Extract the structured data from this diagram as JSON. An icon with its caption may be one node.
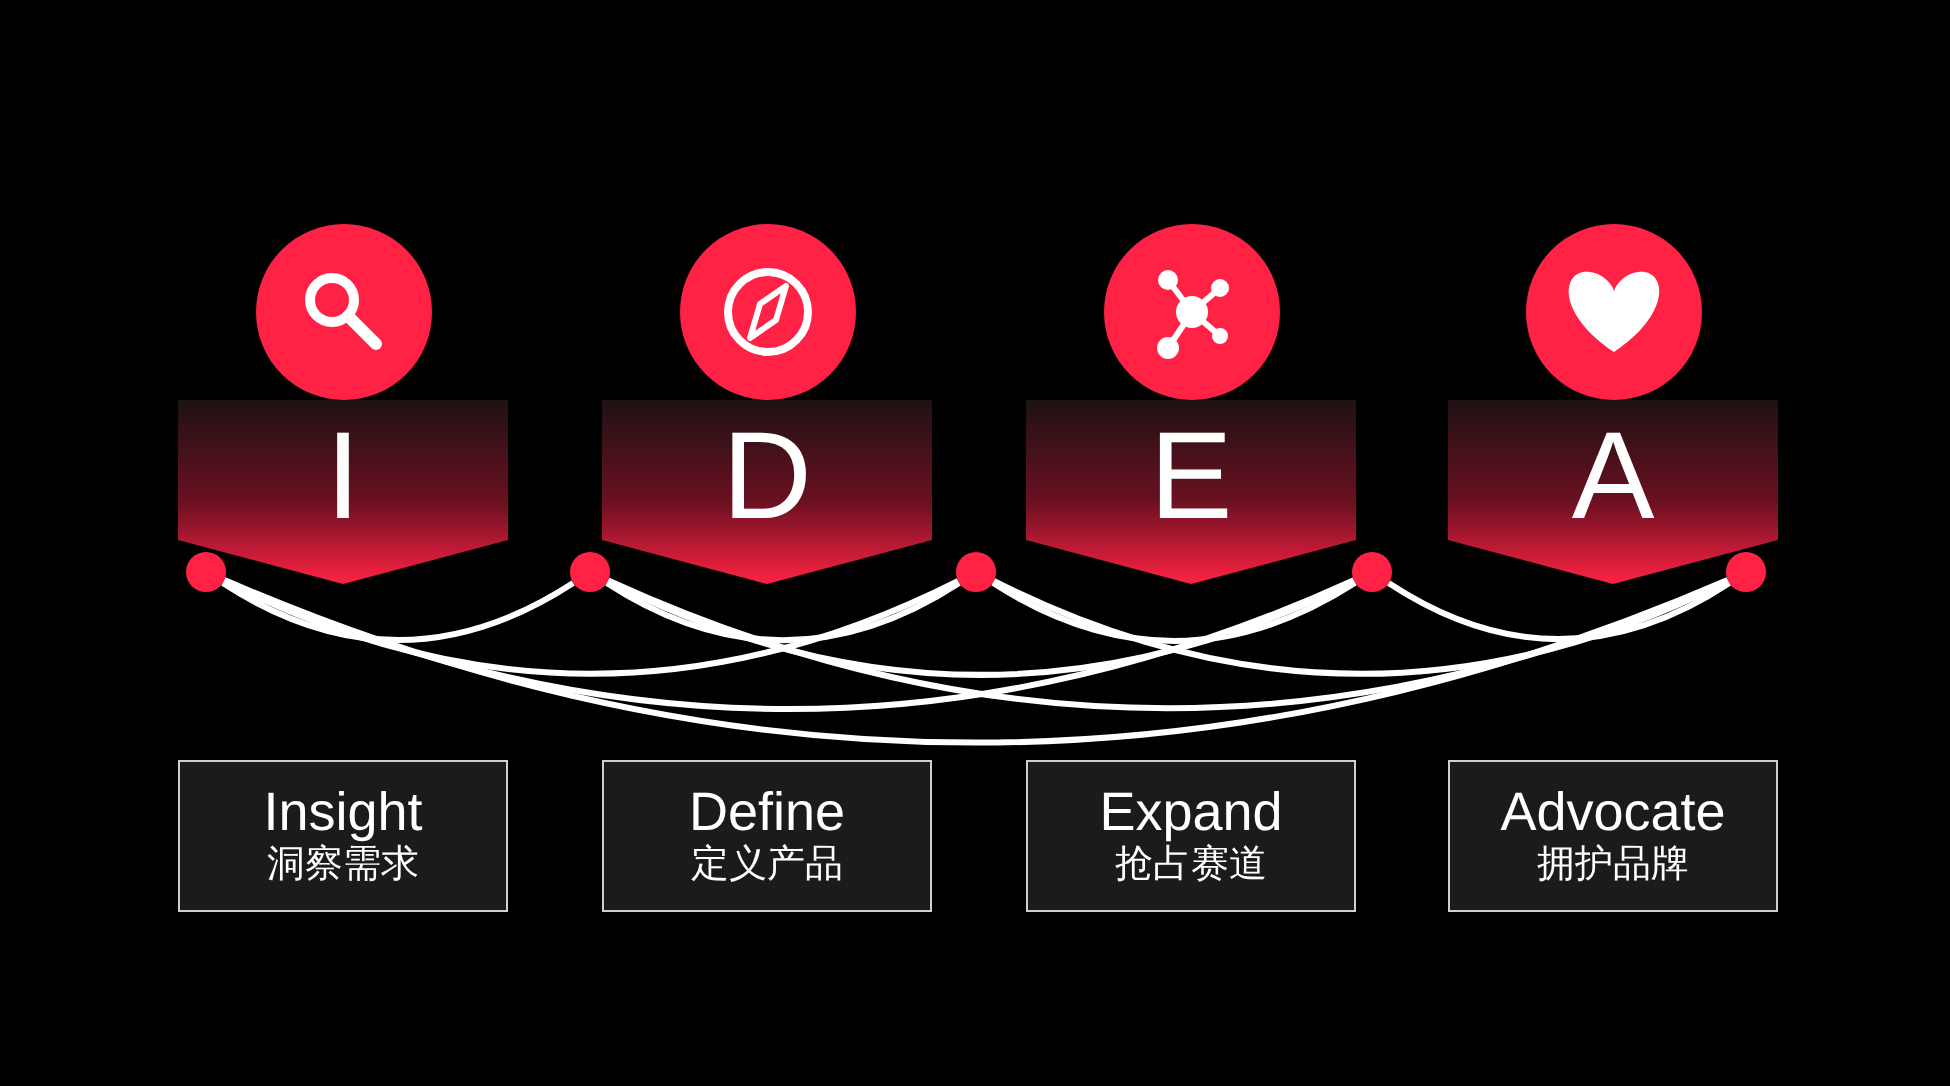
{
  "diagram": {
    "nodes": [
      {
        "text": [
          "I"
        ]
      },
      {
        "text": [
          "D"
        ]
      },
      {
        "text": [
          "E"
        ]
      },
      {
        "text": [
          "A"
        ]
      },
      {
        "text": [],
        "shape": "circle"
      },
      {
        "text": [],
        "shape": "circle"
      },
      {
        "text": [],
        "shape": "circle"
      },
      {
        "text": [],
        "shape": "circle"
      },
      {
        "text": [],
        "shape": "circle"
      },
      {
        "text": [
          "Insight",
          "洞察需求"
        ]
      },
      {
        "text": [
          "Define",
          "定义产品"
        ]
      },
      {
        "text": [
          "Expand",
          "抢占赛道"
        ]
      },
      {
        "text": [
          "Advocate",
          "拥护品牌"
        ]
      }
    ],
    "edges": [
      {
        "from": 4,
        "to": 5,
        "arrow": "none"
      },
      {
        "from": 5,
        "to": 6,
        "arrow": "none"
      },
      {
        "from": 6,
        "to": 7,
        "arrow": "none"
      },
      {
        "from": 7,
        "to": 8,
        "arrow": "none"
      },
      {
        "from": 4,
        "to": 6,
        "arrow": "none"
      },
      {
        "from": 4,
        "to": 7,
        "arrow": "none"
      },
      {
        "from": 4,
        "to": 8,
        "arrow": "none"
      },
      {
        "from": 5,
        "to": 7,
        "arrow": "none"
      },
      {
        "from": 5,
        "to": 8,
        "arrow": "none"
      },
      {
        "from": 6,
        "to": 8,
        "arrow": "none"
      }
    ]
  }
}
